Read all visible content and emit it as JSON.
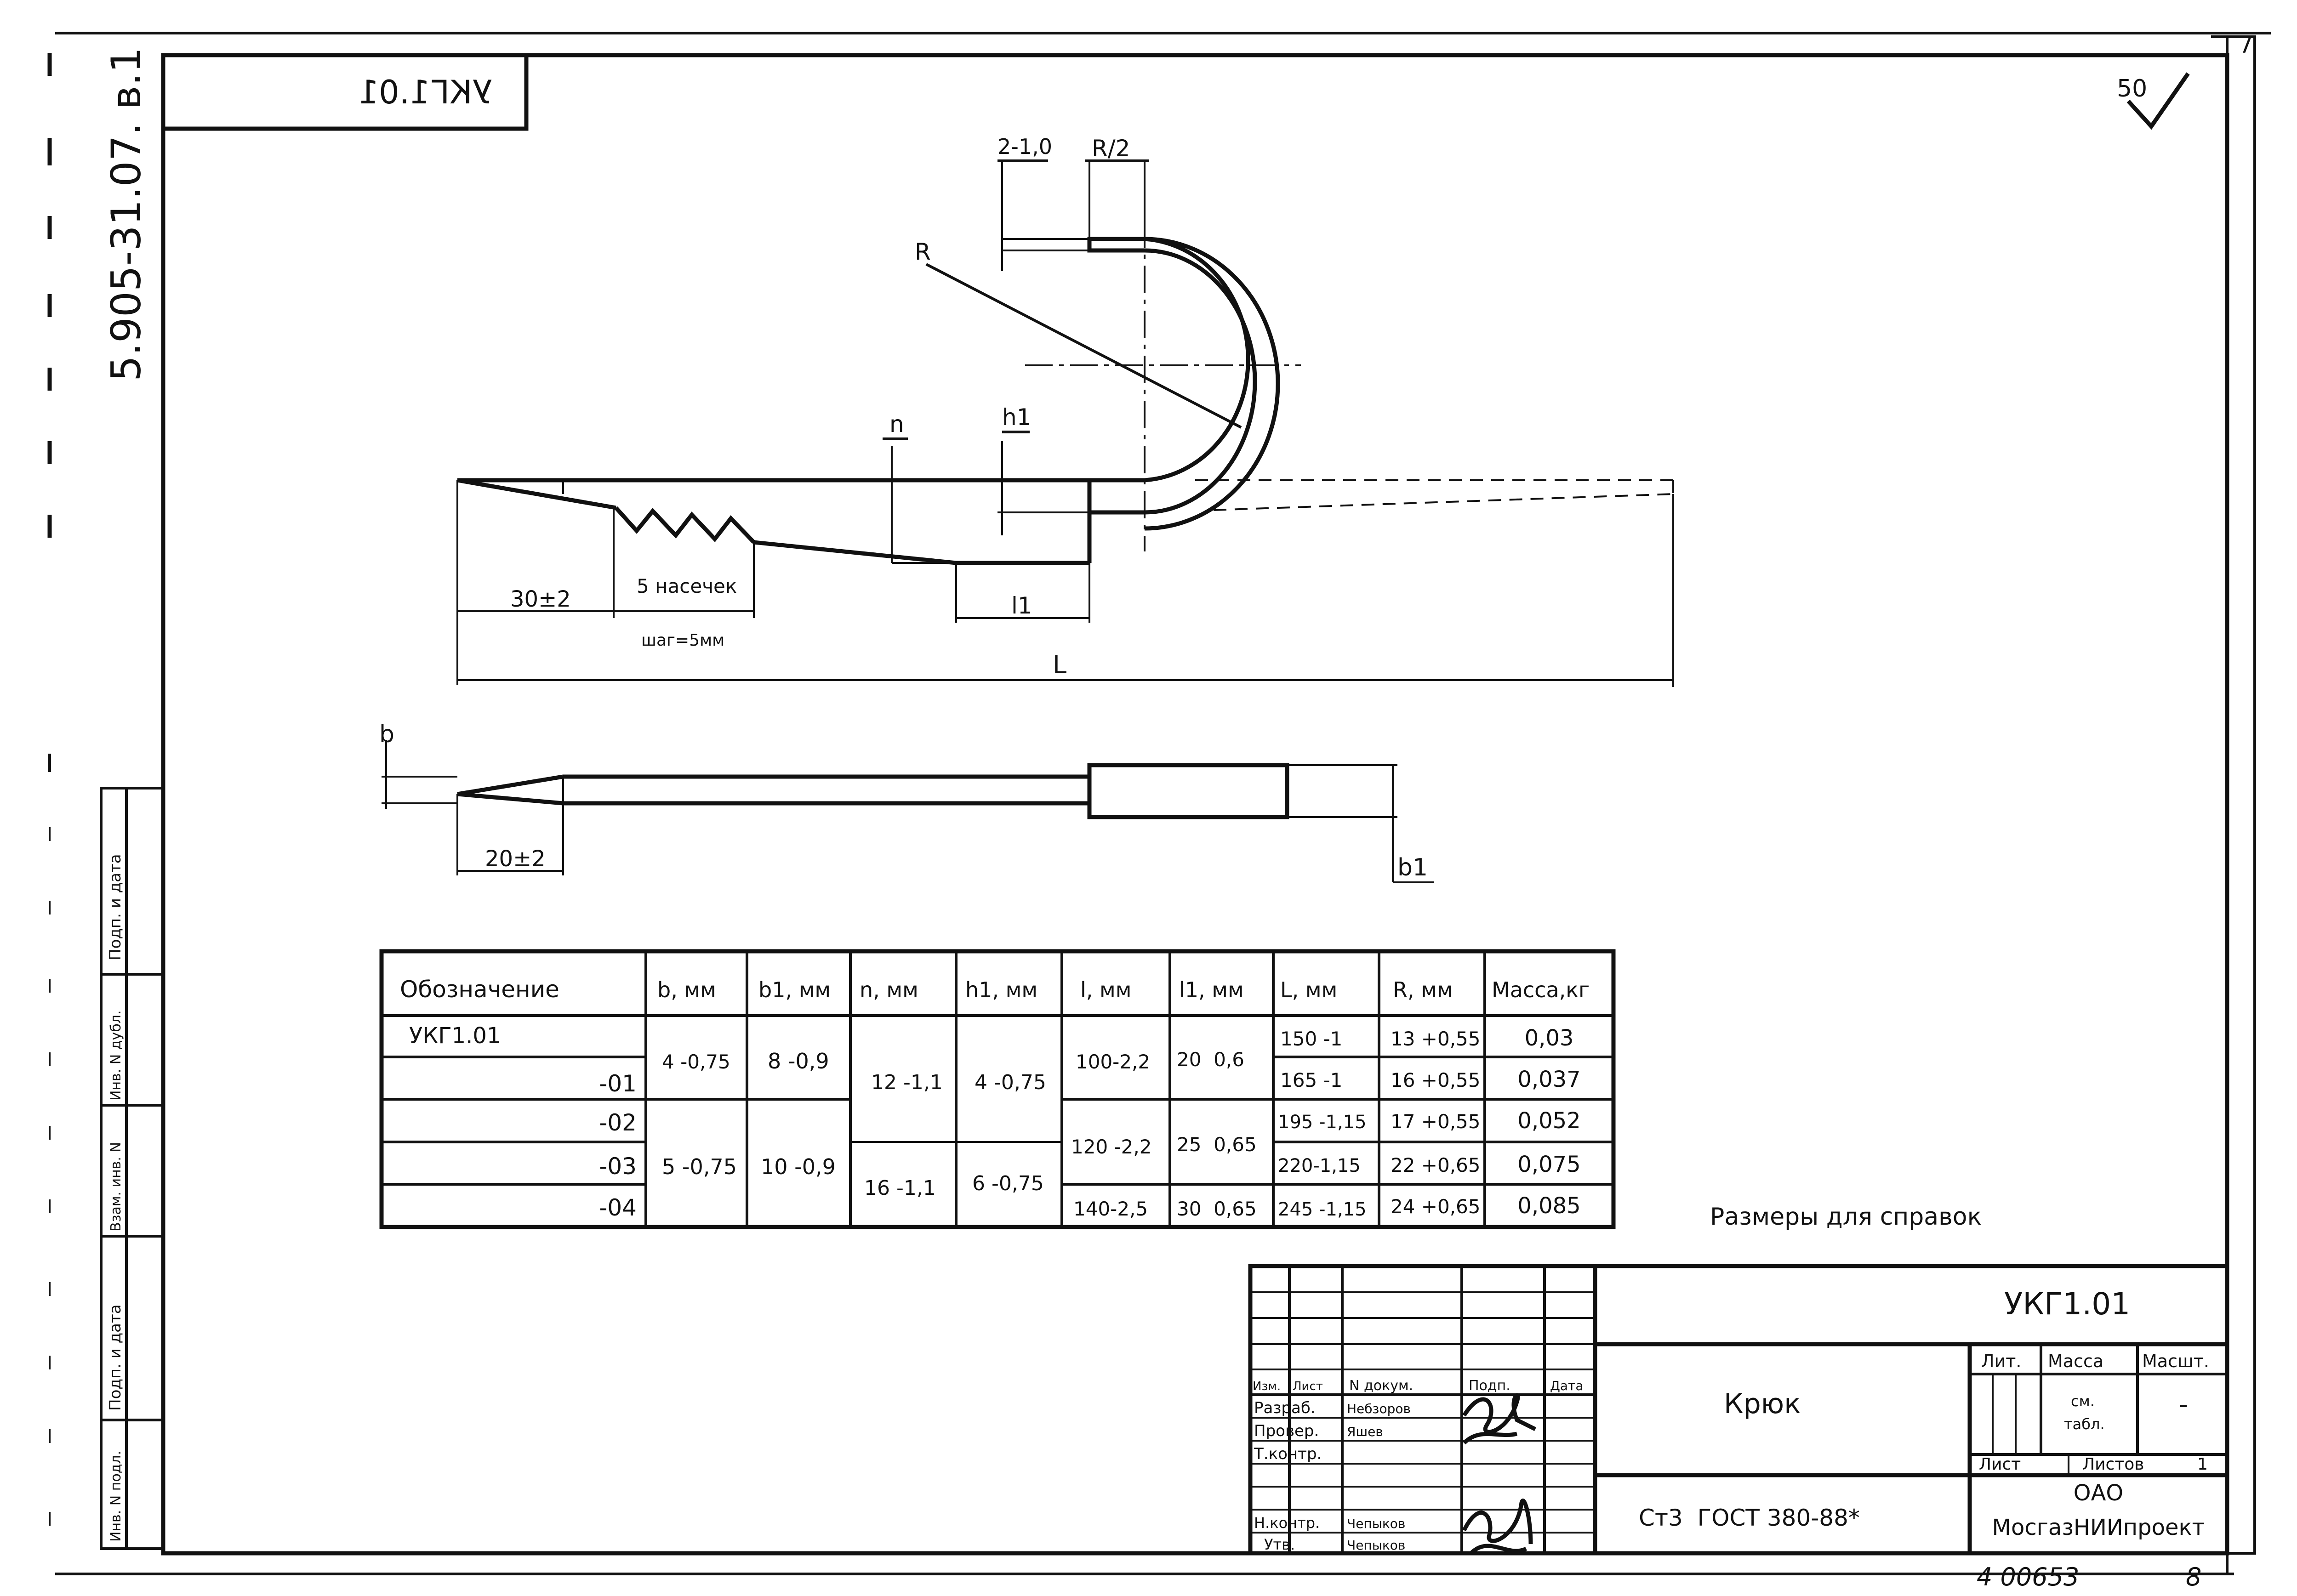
{
  "sheet": {
    "corner_sheet_no": "7",
    "side_code": "5.905-31.07. в.1",
    "stamp_mirrored": "УКГ1.01",
    "roughness": "50",
    "reference_note": "Размеры для справок",
    "side_columns": [
      "Подп. и дата",
      "Инв. N дубл.",
      "Взам. инв. N",
      "Подп. и дата",
      "Инв. N подл."
    ],
    "bottom_note": "4 00653",
    "bottom_page": "8"
  },
  "drawing": {
    "top_view_labels": {
      "dim_2": "2-1,0",
      "dim_r2": "R/2",
      "r": "R",
      "n": "n",
      "h1": "h1",
      "dim_30": "30±2",
      "notches": "5 насечек",
      "step": "шаг=5мм",
      "l1": "l1",
      "L": "L"
    },
    "side_view_labels": {
      "b": "b",
      "dim_20": "20±2",
      "b1": "b1"
    }
  },
  "table": {
    "headers": [
      "Обозначение",
      "b, мм",
      "b1, мм",
      "n, мм",
      "h1, мм",
      "l, мм",
      "l1, мм",
      "L, мм",
      "R, мм",
      "Масса,кг"
    ],
    "designations": [
      "УКГ1.01",
      "-01",
      "-02",
      "-03",
      "-04"
    ],
    "b": [
      "4 -0,75",
      "5 -0,75"
    ],
    "b1": [
      "8 -0,9",
      "10 -0,9"
    ],
    "n": [
      "12 -1,1",
      "16 -1,1"
    ],
    "h1": [
      "4 -0,75",
      "6 -0,75"
    ],
    "l": [
      "100-2,2",
      "120 -2,2",
      "140-2,5"
    ],
    "l1": [
      "20  0,6",
      "25  0,65",
      "30  0,65"
    ],
    "L": [
      "150 -1",
      "165 -1",
      "195 -1,15",
      "220-1,15",
      "245 -1,15"
    ],
    "R": [
      "13 +0,55",
      "16 +0,55",
      "17 +0,55",
      "22 +0,65",
      "24 +0,65"
    ],
    "mass": [
      "0,03",
      "0,037",
      "0,052",
      "0,075",
      "0,085"
    ]
  },
  "title_block": {
    "code": "УКГ1.01",
    "name": "Крюк",
    "material": "Ст3  ГОСТ 380-88*",
    "org_line1": "ОАО",
    "org_line2": "МосгазНИИпроект",
    "lit_label": "Лит.",
    "mass_label": "Масса",
    "scale_label": "Масшт.",
    "mass_value_1": "см.",
    "mass_value_2": "табл.",
    "scale_value": "-",
    "sheet_label": "Лист",
    "sheets_label": "Листов",
    "sheets_value": "1",
    "col_izm": "Изм.",
    "col_list": "Лист",
    "col_doc": "N докум.",
    "col_sign": "Подп.",
    "col_date": "Дата",
    "roles": [
      "Разраб.",
      "Провер.",
      "Т.контр.",
      "",
      "Н.контр.",
      "Утв."
    ],
    "names": [
      "Небзоров",
      "Яшев",
      "",
      "",
      "Чепыков",
      "Чепыков"
    ]
  }
}
